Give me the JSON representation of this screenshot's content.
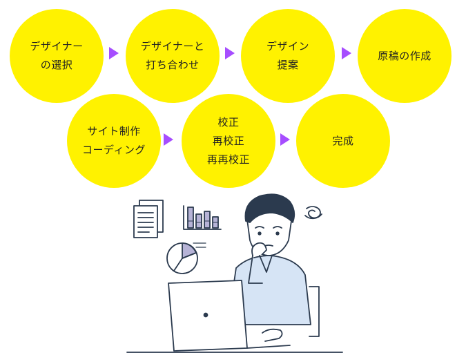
{
  "flow": {
    "steps": [
      {
        "lines": [
          "デザイナー",
          "の選択"
        ]
      },
      {
        "lines": [
          "デザイナーと",
          "打ち合わせ"
        ]
      },
      {
        "lines": [
          "デザイン",
          "提案"
        ]
      },
      {
        "lines": [
          "原稿の作成"
        ]
      },
      {
        "lines": [
          "サイト制作",
          "コーディング"
        ]
      },
      {
        "lines": [
          "校正",
          "再校正",
          "再再校正"
        ]
      },
      {
        "lines": [
          "完成"
        ]
      }
    ]
  },
  "colors": {
    "circle": "#fff200",
    "arrow": "#a64dff",
    "shirt": "#d6e4f5",
    "outline": "#2b3a4e"
  },
  "illustration": {
    "subject": "thinking-man-at-laptop",
    "icons": [
      "document-icon",
      "bar-chart-icon",
      "pie-chart-icon",
      "swirl-icon"
    ]
  }
}
